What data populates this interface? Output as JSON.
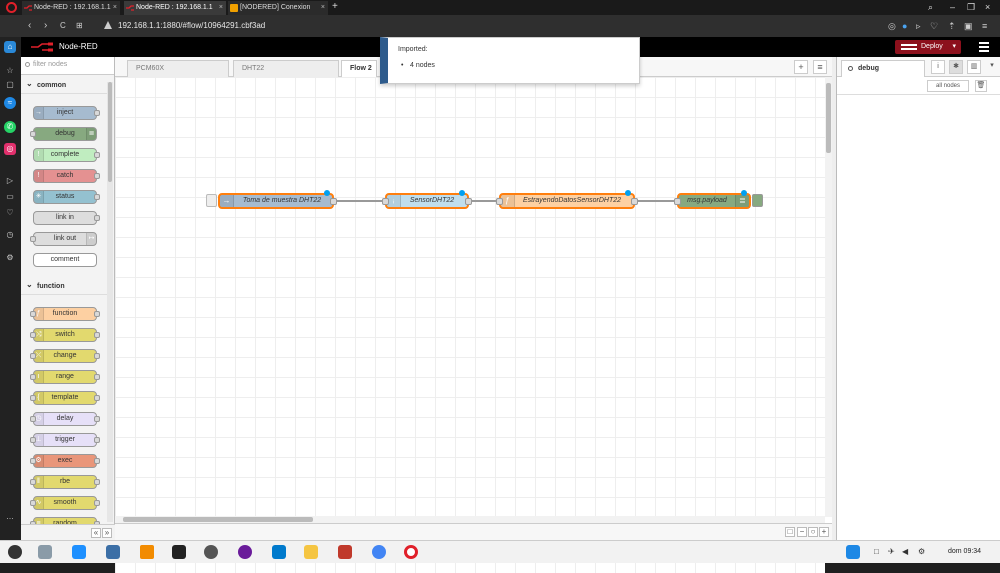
{
  "browser": {
    "tabs": [
      {
        "label": "Node-RED : 192.168.1.1",
        "close": "×"
      },
      {
        "label": "Node-RED : 192.168.1.1",
        "close": "×"
      },
      {
        "label": "[NODERED] Conexion",
        "close": "×"
      }
    ],
    "new_tab": "+",
    "url": "192.168.1.1:1880/#flow/10964291.cbf3ad",
    "nav": {
      "back": "‹",
      "forward": "›",
      "reload": "C",
      "grid": "⊞"
    },
    "window_controls": {
      "search": "⌕",
      "minimize": "–",
      "restore": "❐",
      "close": "×"
    }
  },
  "nodered": {
    "title": "Node-RED",
    "deploy_label": "Deploy",
    "deploy_caret": "▾",
    "palette": {
      "filter_placeholder": "filter nodes",
      "categories": [
        {
          "name": "common",
          "nodes": [
            "inject",
            "debug",
            "complete",
            "catch",
            "status",
            "link in",
            "link out",
            "comment"
          ]
        },
        {
          "name": "function",
          "nodes": [
            "function",
            "switch",
            "change",
            "range",
            "template",
            "delay",
            "trigger",
            "exec",
            "rbe",
            "smooth",
            "random"
          ]
        }
      ]
    },
    "workspace": {
      "tabs": [
        "PCM60X",
        "DHT22",
        "Flow 2"
      ],
      "add_tab": "+",
      "list_tabs": "≡",
      "nodes": [
        {
          "label": "Toma de muestra DHT22",
          "icon": "→"
        },
        {
          "label": "SensorDHT22",
          "icon": "ᵢ"
        },
        {
          "label": "EstrayendoDatosSensorDHT22",
          "icon": "ƒ"
        },
        {
          "label": "msg.payload",
          "icon": "≣"
        }
      ],
      "zoom": {
        "out": "−",
        "reset": "○",
        "in": "+",
        "nav": "□"
      }
    },
    "notification": {
      "title": "Imported:",
      "body": "4 nodes"
    },
    "sidebar": {
      "tab_label": "debug",
      "info_btn": "i",
      "debug_btn": "✱",
      "chart_btn": "▥",
      "more_btn": "▾",
      "filter_label": "all nodes",
      "trash": "🗑"
    }
  },
  "taskbar": {
    "clock": "dom 09:34",
    "tray": [
      "□",
      "✈",
      "◀",
      "⚙"
    ]
  },
  "colors": {
    "inject": "#a6bbcf",
    "debug": "#87a980",
    "complete": "#c0edc0",
    "catch": "#e49191",
    "status": "#94c1d0",
    "link": "#dddddd",
    "function": "#fdd0a2",
    "switch": "#e2d96e",
    "delay": "#e6e0f8",
    "exec": "#e9967a",
    "rbe": "#e2d96e",
    "sensor": "#c0deed",
    "deploy": "#8c101c"
  }
}
